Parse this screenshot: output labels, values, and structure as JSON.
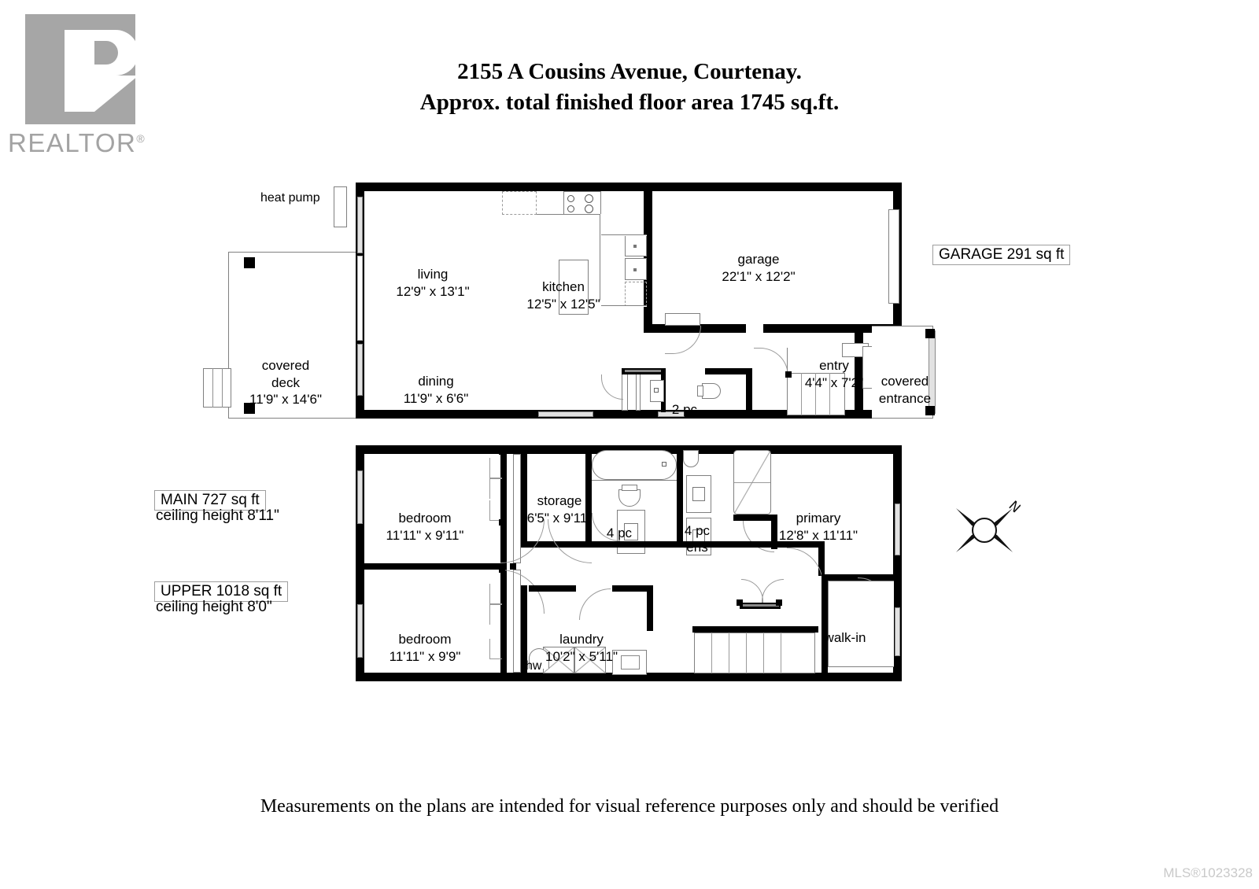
{
  "logo": {
    "word": "REALTOR",
    "registered": "®",
    "icon": "realtor-r-logo"
  },
  "title": {
    "line1": "2155 A Cousins Avenue, Courtenay.",
    "line2": "Approx. total finished floor area 1745 sq.ft."
  },
  "area_badges": [
    {
      "key": "garage",
      "label": "GARAGE   291 sq ft"
    },
    {
      "key": "main",
      "label": "MAIN   727 sq ft",
      "sub": "ceiling height 8'11\""
    },
    {
      "key": "upper",
      "label": "UPPER   1018 sq ft",
      "sub": "ceiling height 8'0\""
    }
  ],
  "main_floor": {
    "annotations": {
      "heat_pump": "heat pump"
    },
    "rooms": [
      {
        "key": "living",
        "name": "living",
        "dims": "12'9\" x 13'1\""
      },
      {
        "key": "kitchen",
        "name": "kitchen",
        "dims": "12'5\" x 12'5\""
      },
      {
        "key": "garage",
        "name": "garage",
        "dims": "22'1\" x 12'2\""
      },
      {
        "key": "dining",
        "name": "dining",
        "dims": "11'9\" x 6'6\""
      },
      {
        "key": "covered-deck",
        "name": "covered\ndeck",
        "dims": "11'9\" x 14'6\""
      },
      {
        "key": "entry",
        "name": "entry",
        "dims": "4'4\" x 7'2\""
      },
      {
        "key": "covered-entrance",
        "name": "covered\nentrance",
        "dims": ""
      },
      {
        "key": "powder-room",
        "name": "2 pc",
        "dims": ""
      }
    ]
  },
  "upper_floor": {
    "annotations": {
      "hot_water": "hw"
    },
    "rooms": [
      {
        "key": "bedroom-1",
        "name": "bedroom",
        "dims": "11'11\" x 9'11\""
      },
      {
        "key": "bedroom-2",
        "name": "bedroom",
        "dims": "11'11\" x 9'9\""
      },
      {
        "key": "storage",
        "name": "storage",
        "dims": "6'5\" x 9'11\""
      },
      {
        "key": "primary",
        "name": "primary",
        "dims": "12'8\" x 11'11\""
      },
      {
        "key": "laundry",
        "name": "laundry",
        "dims": "10'2\" x 5'11\""
      },
      {
        "key": "bath-main",
        "name": "4 pc",
        "dims": ""
      },
      {
        "key": "bath-ens",
        "name": "4 pc\nens",
        "dims": ""
      },
      {
        "key": "walk-in",
        "name": "walk-in",
        "dims": ""
      }
    ]
  },
  "compass": {
    "north_letter": "N"
  },
  "footer": {
    "disclaimer": "Measurements on the plans are intended for visual reference purposes only and should be verified",
    "mls": "MLS®1023328"
  },
  "colors": {
    "wall": "#000000",
    "logo_gray": "#a6a6a6",
    "mls_gray": "#c9c9c9",
    "thin_line": "#808080"
  }
}
